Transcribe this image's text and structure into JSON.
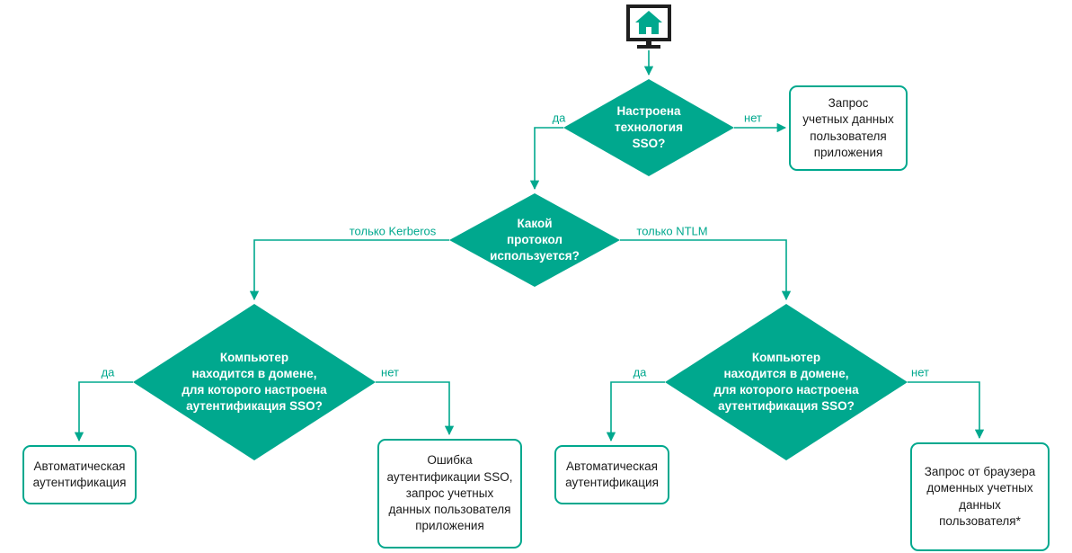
{
  "colors": {
    "accent": "#00a88e",
    "monitor_outline": "#1f1f1f",
    "box_text": "#1a1a1a"
  },
  "icon": {
    "name": "monitor-home-icon"
  },
  "decisions": {
    "sso_configured": "Настроена\nтехнология\nSSO?",
    "protocol": "Какой\nпротокол\nиспользуется?",
    "domain_kerberos": "Компьютер\nнаходится в домене,\nдля которого настроена\nаутентификация SSO?",
    "domain_ntlm": "Компьютер\nнаходится в домене,\nдля которого настроена\nаутентификация SSO?"
  },
  "outcomes": {
    "credentials_prompt": "Запрос\nучетных данных\nпользователя\nприложения",
    "auto_auth_left": "Автоматическая\nаутентификация",
    "sso_error": "Ошибка\nаутентификации SSO,\nзапрос учетных\nданных пользователя\nприложения",
    "auto_auth_right": "Автоматическая\nаутентификация",
    "browser_prompt": "Запрос от браузера\nдоменных учетных\nданных\nпользователя*"
  },
  "edge_labels": {
    "yes_top": "да",
    "no_top": "нет",
    "kerberos": "только Kerberos",
    "ntlm": "только NTLM",
    "yes_left": "да",
    "no_left": "нет",
    "yes_right": "да",
    "no_right": "нет"
  }
}
